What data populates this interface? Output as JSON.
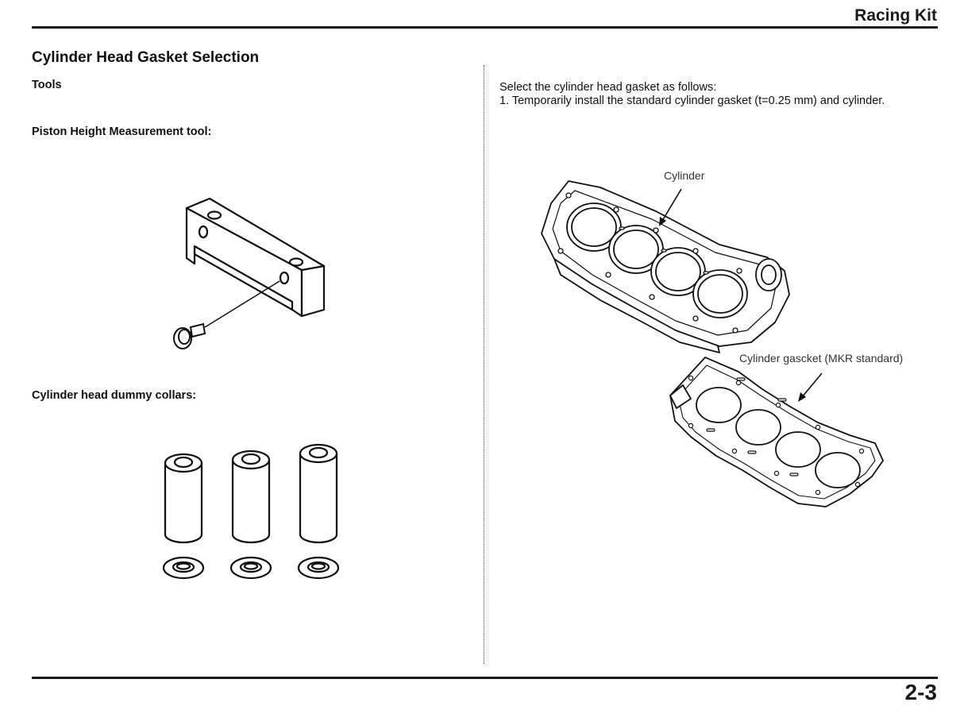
{
  "header": {
    "title": "Racing Kit"
  },
  "footer": {
    "page_number": "2-3"
  },
  "left": {
    "section_title": "Cylinder Head Gasket Selection",
    "tools_heading": "Tools",
    "tool1_label": "Piston Height Measurement tool:",
    "tool2_label": "Cylinder head dummy collars:"
  },
  "right": {
    "intro": "Select the cylinder head gasket as follows:",
    "step1": "1. Temporarily install the standard cylinder gasket (t=0.25 mm) and cylinder.",
    "callout_cylinder": "Cylinder",
    "callout_gasket": "Cylinder gascket (MKR standard)"
  }
}
